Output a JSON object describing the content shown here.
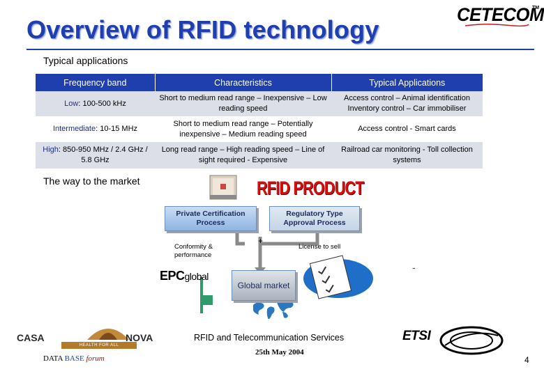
{
  "header": {
    "title": "Overview of RFID technology",
    "brand": "CETECOM",
    "brand_tm": "TM"
  },
  "section1": {
    "label": "Typical applications"
  },
  "table": {
    "headers": [
      "Frequency band",
      "Characteristics",
      "Typical Applications"
    ],
    "rows": [
      {
        "band_name": "Low",
        "band_range": ": 100-500 kHz",
        "characteristics": "Short to medium read range – Inexpensive – Low reading speed",
        "applications": "Access control – Animal identification Inventory control – Car immobiliser"
      },
      {
        "band_name": "Intermediate",
        "band_range": ": 10-15 MHz",
        "characteristics": "Short to medium read range – Potentially inexpensive – Medium reading speed",
        "applications": "Access control - Smart cards"
      },
      {
        "band_name": "High",
        "band_range": ": 850-950 MHz / 2.4 GHz / 5.8 GHz",
        "characteristics": "Long read range – High reading speed – Line of sight required - Expensive",
        "applications": "Railroad car monitoring - Toll collection systems"
      }
    ]
  },
  "section2": {
    "label": "The way to the market"
  },
  "diagram": {
    "product_label": "RFID PRODUCT",
    "private_cert": "Private Certification Process",
    "regulatory": "Regulatory Type Approval Process",
    "conformity": "Conformity & performance",
    "plus": "+",
    "license": "License to sell",
    "global_market": "Global market",
    "epc_main": "EPC",
    "epc_sub": "global",
    "dash": "-"
  },
  "footer": {
    "casanova_left": "CASA",
    "casanova_right": "NOVA",
    "casanova_ribbon": "HEALTH FOR ALL",
    "db_data": "DATA",
    "db_base": "BASE",
    "db_forum": "forum",
    "event_title": "RFID and Telecommunication Services",
    "date": "25th May 2004",
    "etsi": "ETSI",
    "page_number": "4"
  },
  "colors": {
    "title_blue": "#1f3fae",
    "header_fill": "#1f3fae",
    "row_shade": "#dcdfe8",
    "accent_red": "#d01010"
  }
}
